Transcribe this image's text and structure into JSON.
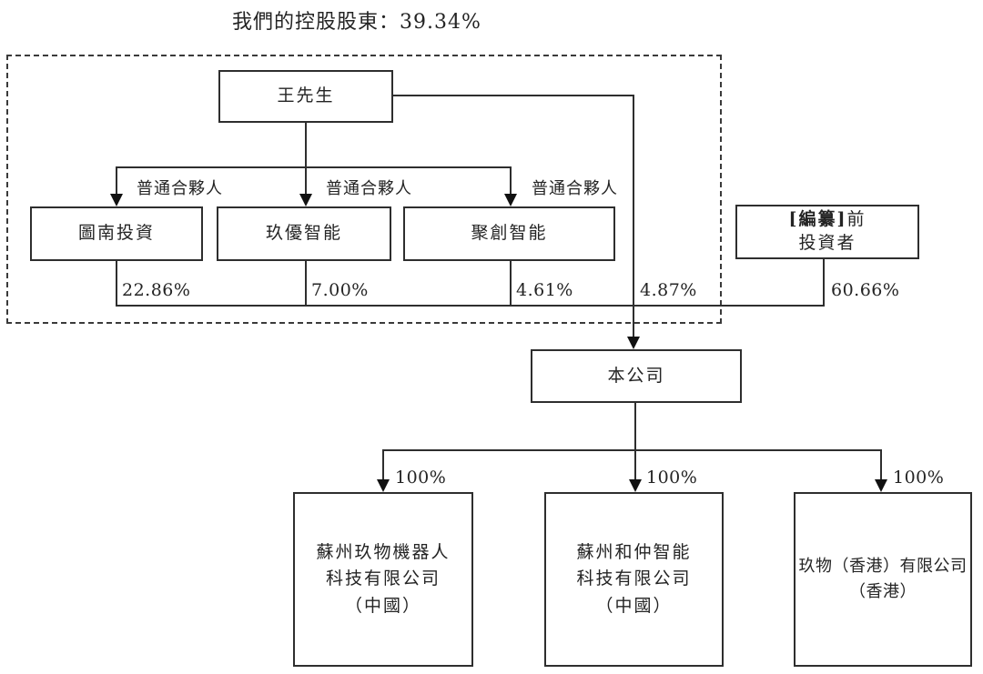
{
  "title": "我們的控股股東：39.34%",
  "boxes": {
    "mr_wang": "王先生",
    "tunan": "圖南投資",
    "jiuyou": "玖優智能",
    "juchuang": "聚創智能",
    "pre_investors": {
      "line1_bold": "[編纂]",
      "line1_rest": "前",
      "line2": "投資者"
    },
    "company": "本公司",
    "sub1": [
      "蘇州玖物機器人",
      "科技有限公司",
      "（中國）"
    ],
    "sub2": [
      "蘇州和仲智能",
      "科技有限公司",
      "（中國）"
    ],
    "sub3": [
      "玖物（香港）有限公司",
      "（香港）"
    ]
  },
  "labels": {
    "gp1": "普通合夥人",
    "gp2": "普通合夥人",
    "gp3": "普通合夥人",
    "pct_tunan": "22.86%",
    "pct_jiuyou": "7.00%",
    "pct_juchuang": "4.61%",
    "pct_wang_direct": "4.87%",
    "pct_pre_investors": "60.66%",
    "pct_sub1": "100%",
    "pct_sub2": "100%",
    "pct_sub3": "100%"
  },
  "colors": {
    "line": "#2e2e2e",
    "text": "#242424",
    "background": "#ffffff"
  }
}
